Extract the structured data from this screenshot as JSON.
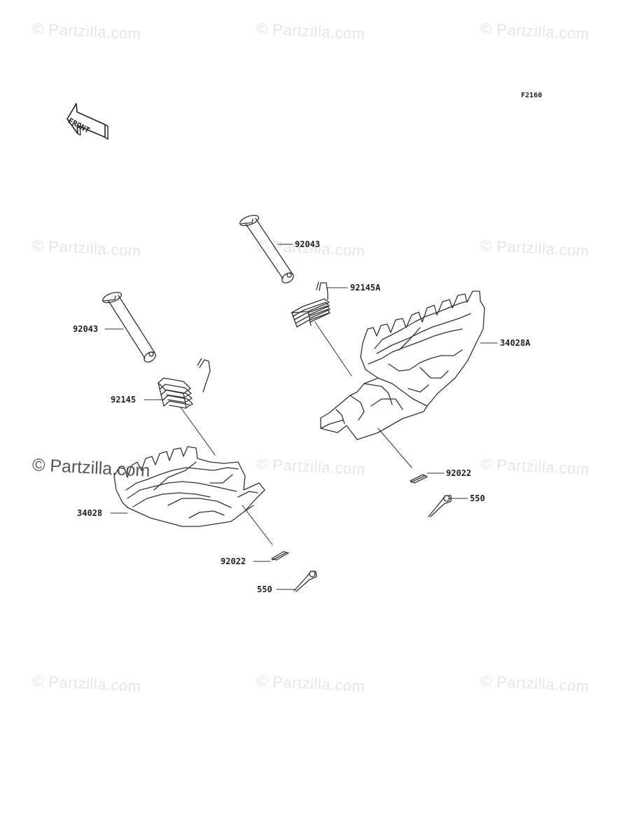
{
  "figure_code": "F2160",
  "front_label": "FRONT",
  "watermark": "© Partzilla.com",
  "watermark_main": "© Partzilla.com",
  "parts": {
    "pin_right": "92043",
    "spring_right": "92145A",
    "footpeg_right": "34028A",
    "washer_right": "92022",
    "cotter_right": "550",
    "pin_left": "92043",
    "spring_left": "92145",
    "footpeg_left": "34028",
    "washer_left": "92022",
    "cotter_left": "550"
  }
}
